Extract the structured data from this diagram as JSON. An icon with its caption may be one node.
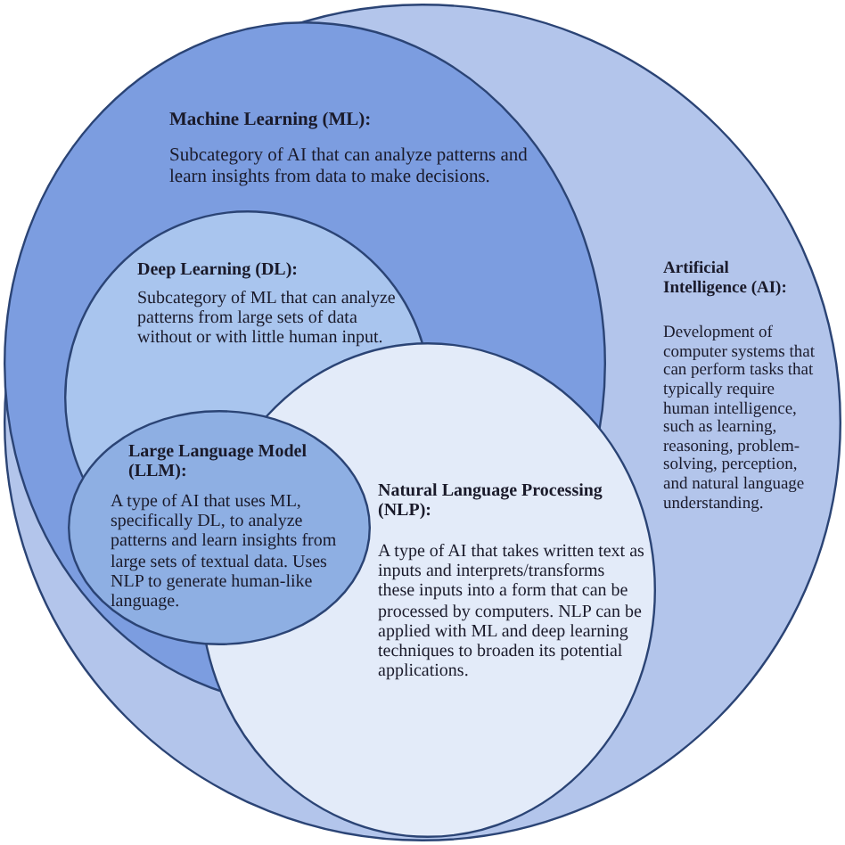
{
  "diagram": {
    "nodes": [
      {
        "text": [
          "Artificial Intelligence (AI):",
          "Development of computer systems that can perform tasks that typically require human intelligence, such as learning, reasoning, problem-solving, perception, and natural language understanding."
        ]
      },
      {
        "text": [
          "Machine Learning (ML):",
          "Subcategory of AI that can analyze patterns and learn insights from data to make decisions."
        ],
        "in": 0
      },
      {
        "text": [
          "Deep Learning (DL):",
          "Subcategory of ML that can analyze patterns from large sets of data without or with little human input."
        ],
        "in": 1
      },
      {
        "text": [
          "Large Language Model (LLM):",
          "A type of AI that uses ML, specifically DL, to analyze patterns and learn insights from large sets of textual data. Uses NLP to generate human-like language."
        ],
        "in": 1
      },
      {
        "text": [
          "Natural Language Processing (NLP):",
          "A type of AI that takes written text as inputs and interprets/transforms these inputs into a form that can be processed by computers. NLP can be applied with ML and deep learning techniques to broaden its potential applications."
        ],
        "in": 0
      }
    ]
  }
}
